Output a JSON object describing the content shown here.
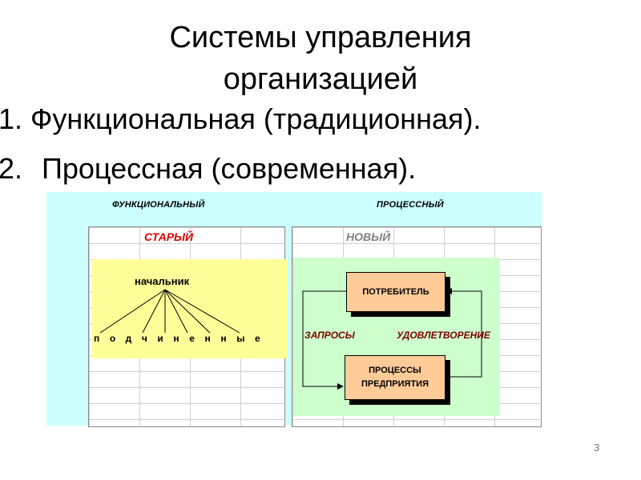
{
  "slide": {
    "title_line1": "Системы управления",
    "title_line2": "организацией",
    "item1": "1. Функциональная (традиционная).",
    "item2_num": "2.",
    "item2_text": "Процессная (современная).",
    "page_number": "3"
  },
  "diagram": {
    "left_panel_label": "ФУНКЦИОНАЛЬНЫЙ",
    "right_panel_label": "ПРОЦЕССНЫЙ",
    "old_tag": "СТАРЫЙ",
    "new_tag": "НОВЫЙ",
    "boss": "начальник",
    "subordinates": "подчиненные",
    "consumer_box": "ПОТРЕБИТЕЛЬ",
    "process_box_line1": "ПРОЦЕССЫ",
    "process_box_line2": "ПРЕДПРИЯТИЯ",
    "requests_label": "ЗАПРОСЫ",
    "satisfaction_label": "УДОВЛЕТВОРЕНИЕ"
  },
  "colors": {
    "panel_bg": "#ccffff",
    "old_tag": "#e00000",
    "new_tag": "#808080",
    "yellow_block": "#ffff99",
    "green_block": "#ccffcc",
    "box_fill": "#ffcc99",
    "flow_label": "#800000"
  }
}
